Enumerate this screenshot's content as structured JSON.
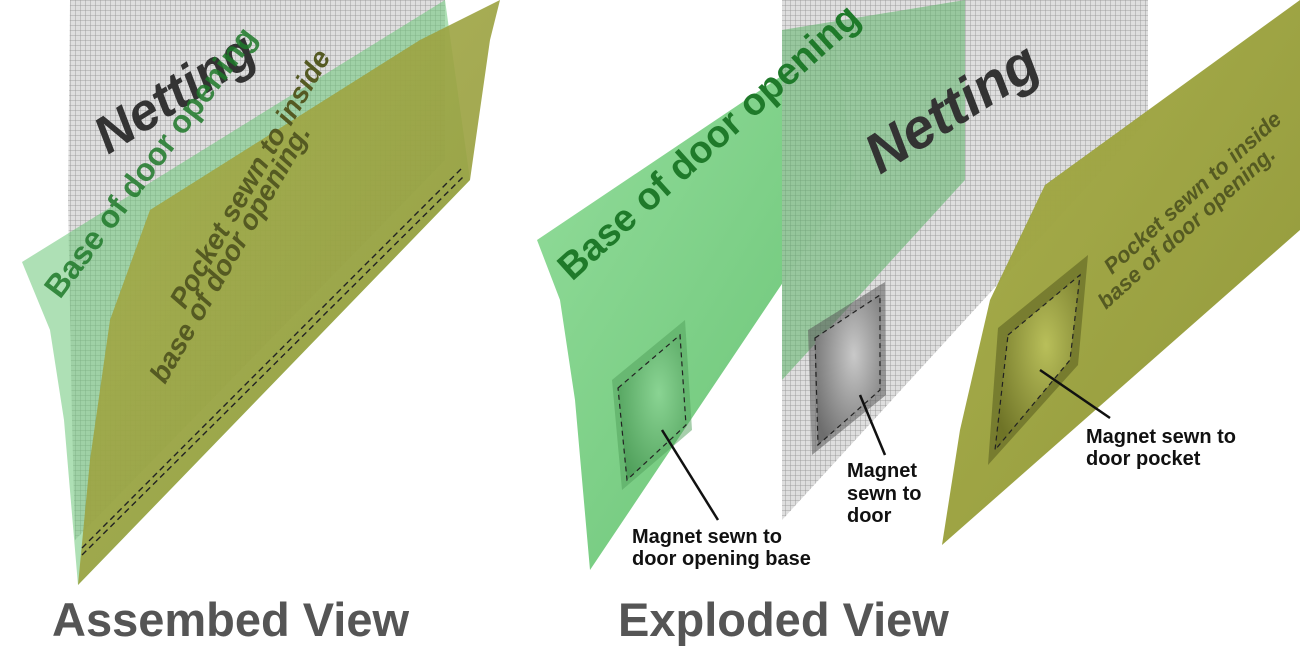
{
  "assembled": {
    "labels": {
      "netting": "Netting",
      "base": "Base of door opening",
      "pocket_line1": "Pocket sewn to inside",
      "pocket_line2": "base of door opening."
    },
    "view_title": "Assembed View"
  },
  "exploded": {
    "labels": {
      "base": "Base of door opening",
      "netting": "Netting",
      "pocket_line1": "Pocket sewn to inside",
      "pocket_line2": "base of door opening."
    },
    "callouts": {
      "base_magnet": [
        "Magnet sewn to",
        "door opening base"
      ],
      "door_magnet": [
        "Magnet",
        "sewn to",
        "door"
      ],
      "pocket_magnet": [
        "Magnet sewn to",
        "door pocket"
      ]
    },
    "view_title": "Exploded View"
  },
  "colors": {
    "base_green": "#6cc778",
    "netting_gray": "#b8b8b8",
    "pocket_olive": "#9ca33e",
    "label_green": "#1f7a2a",
    "label_dark": "#333333",
    "title_gray": "#555555"
  }
}
